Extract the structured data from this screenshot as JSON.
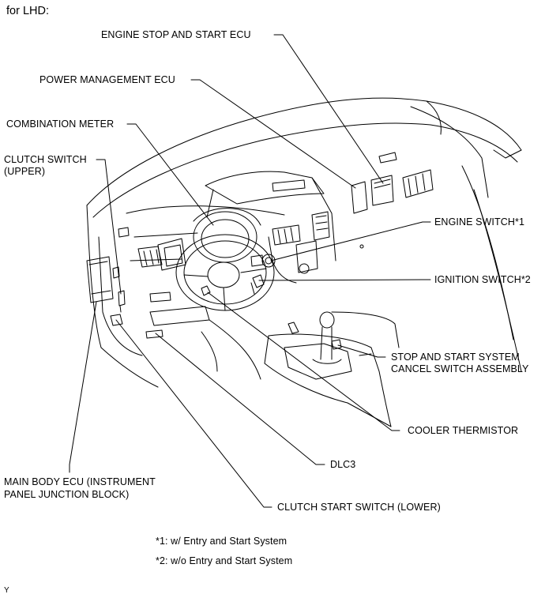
{
  "header": {
    "title": "for LHD:"
  },
  "labels": {
    "engine_stop_start_ecu": "ENGINE STOP AND START ECU",
    "power_management_ecu": "POWER MANAGEMENT ECU",
    "combination_meter": "COMBINATION METER",
    "clutch_switch_upper_l1": "CLUTCH SWITCH",
    "clutch_switch_upper_l2": "(UPPER)",
    "engine_switch": "ENGINE SWITCH*1",
    "ignition_switch": "IGNITION SWITCH*2",
    "stop_start_cancel_l1": "STOP AND START SYSTEM",
    "stop_start_cancel_l2": "CANCEL SWITCH ASSEMBLY",
    "cooler_thermistor": "COOLER THERMISTOR",
    "dlc3": "DLC3",
    "main_body_ecu_l1": "MAIN BODY ECU (INSTRUMENT",
    "main_body_ecu_l2": "PANEL JUNCTION BLOCK)",
    "clutch_start_switch_lower": "CLUTCH START SWITCH (LOWER)"
  },
  "footnotes": {
    "note1": "*1: w/ Entry and Start System",
    "note2": "*2: w/o Entry and Start System"
  },
  "corner_mark": "Y"
}
